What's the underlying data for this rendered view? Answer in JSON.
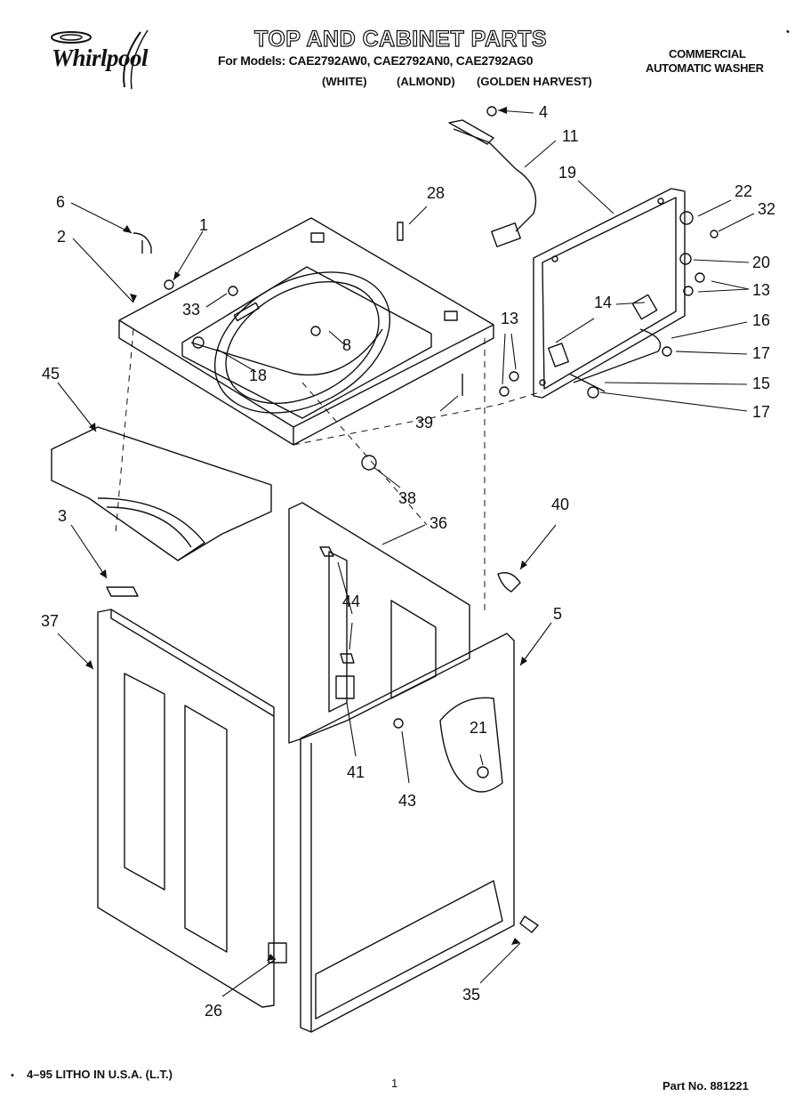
{
  "header": {
    "brand": "Whirlpool",
    "title": "TOP AND CABINET PARTS",
    "models": "For Models: CAE2792AW0, CAE2792AN0, CAE2792AG0",
    "color_white": "(WHITE)",
    "color_almond": "(ALMOND)",
    "color_golden": "(GOLDEN HARVEST)",
    "subtitle_line1": "COMMERCIAL",
    "subtitle_line2": "AUTOMATIC WASHER",
    "corner_mark": "•"
  },
  "footer": {
    "litho": "4–95 LITHO IN U.S.A. (L.T.)",
    "page_number": "1",
    "part_number": "Part No. 881221",
    "corner_mark": "•"
  },
  "callouts": [
    "4",
    "11",
    "19",
    "22",
    "32",
    "20",
    "13",
    "16",
    "17",
    "15",
    "17",
    "13",
    "14",
    "28",
    "6",
    "1",
    "2",
    "33",
    "8",
    "18",
    "39",
    "38",
    "45",
    "36",
    "40",
    "3",
    "44",
    "5",
    "37",
    "21",
    "41",
    "43",
    "26",
    "35"
  ]
}
